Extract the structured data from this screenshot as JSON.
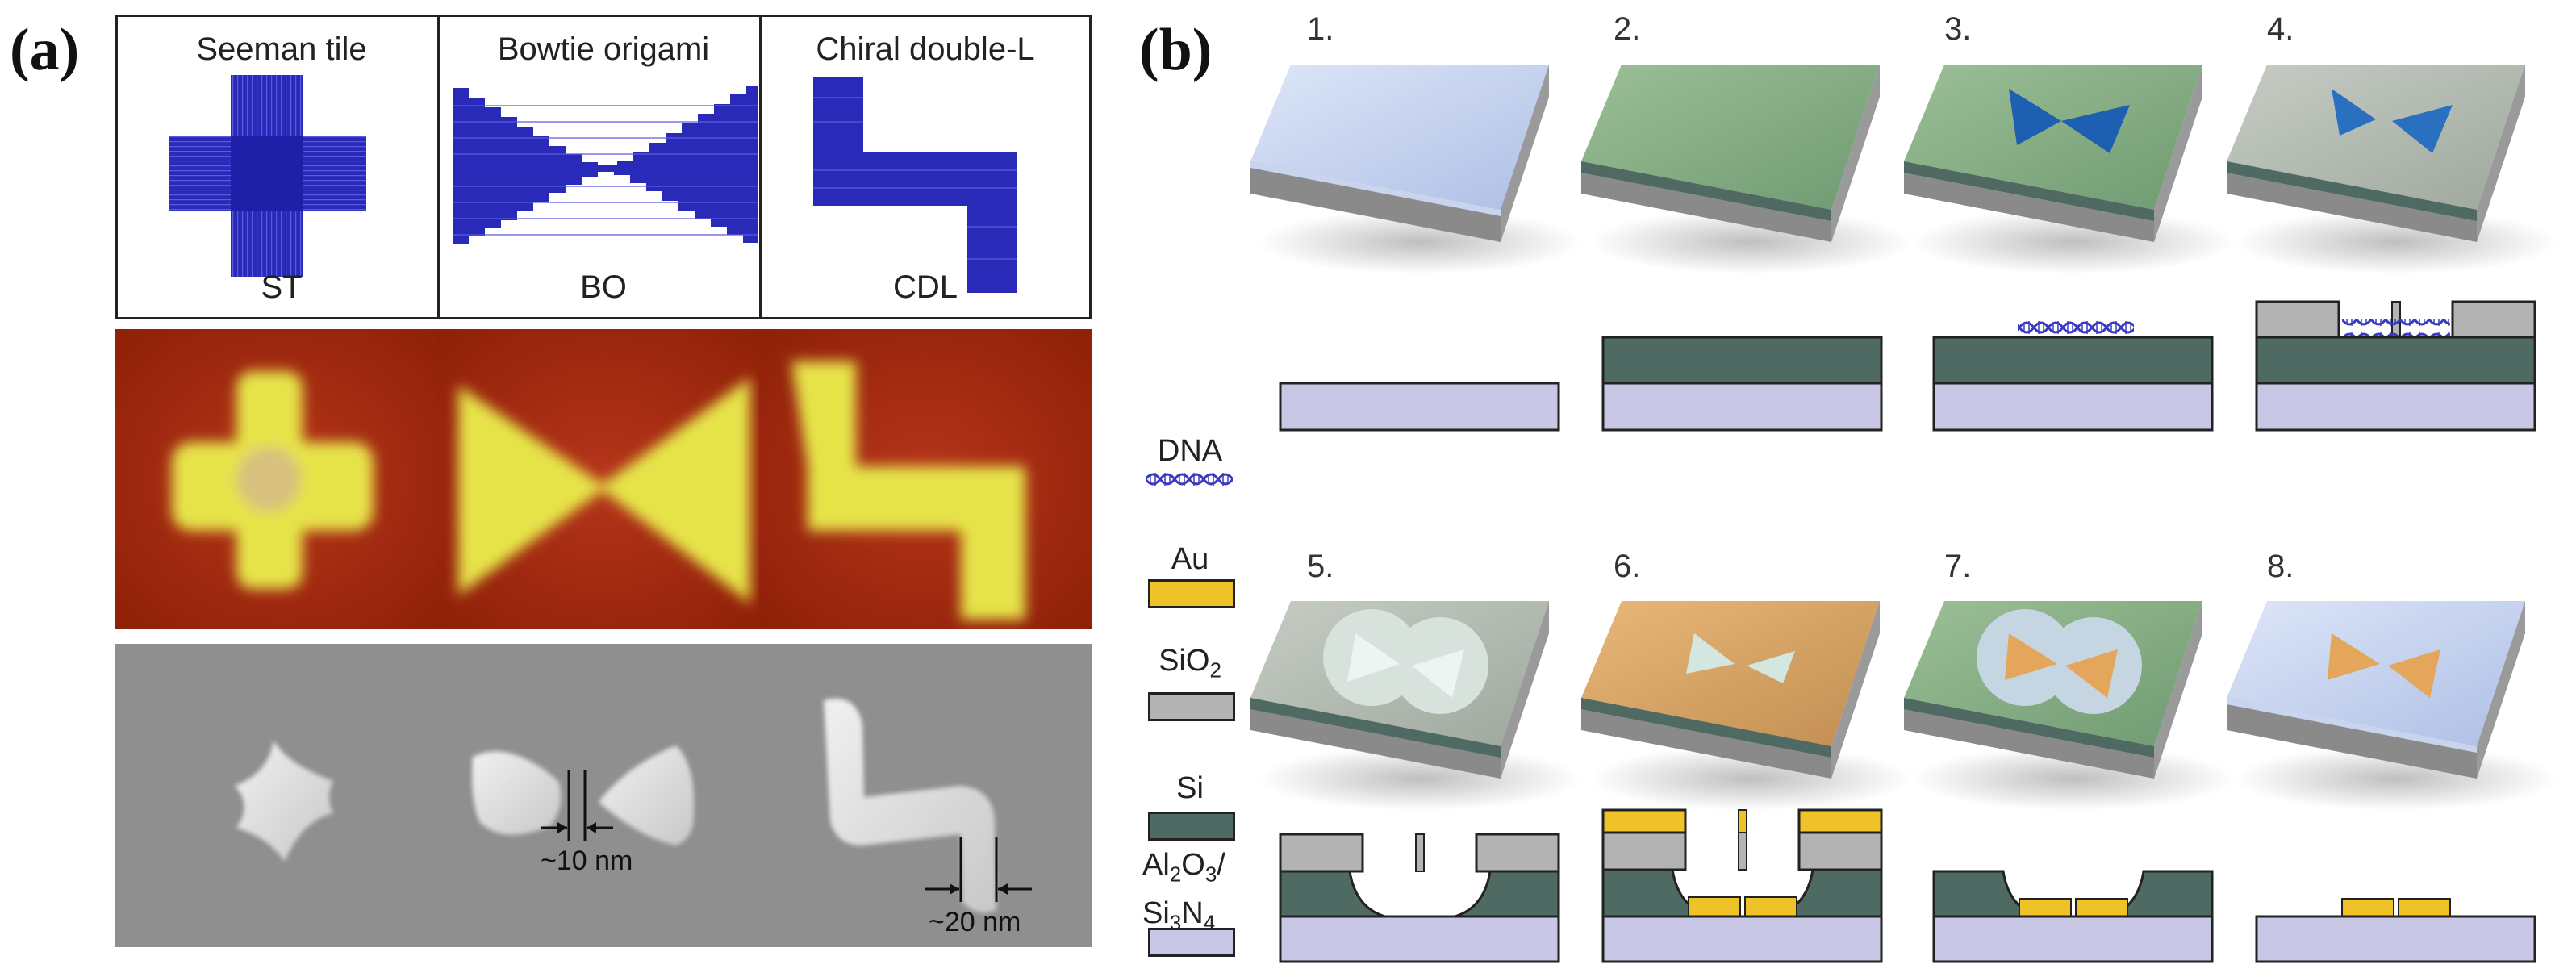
{
  "panel_a": {
    "letter": "(a)",
    "columns": [
      {
        "title": "Seeman tile",
        "abbr": "ST"
      },
      {
        "title": "Bowtie origami",
        "abbr": "BO"
      },
      {
        "title": "Chiral double-L",
        "abbr": "CDL"
      }
    ],
    "measure_bo": "~10 nm",
    "measure_cdl": "~20 nm"
  },
  "panel_b": {
    "letter": "(b)",
    "steps": [
      "1.",
      "2.",
      "3.",
      "4.",
      "5.",
      "6.",
      "7.",
      "8."
    ],
    "legend": {
      "dna": "DNA",
      "au": "Au",
      "sio2": "SiO",
      "sio2_sub": "2",
      "si": "Si",
      "al_a": "Al",
      "al_sub1": "2",
      "al_b": "O",
      "al_sub2": "3",
      "al_c": "/",
      "si3n4_a": "Si",
      "si3n4_sub1": "3",
      "si3n4_b": "N",
      "si3n4_sub2": "4"
    },
    "colors": {
      "si": "#4f6a62",
      "sio2": "#b3b3b3",
      "au": "#f0c22a",
      "substrate": "#c9c7e6",
      "dna": "#2f2fb0",
      "afm_bg": "#a72a10",
      "afm_fg": "#e6e34a",
      "sem_bg": "#8d8d8d"
    }
  }
}
